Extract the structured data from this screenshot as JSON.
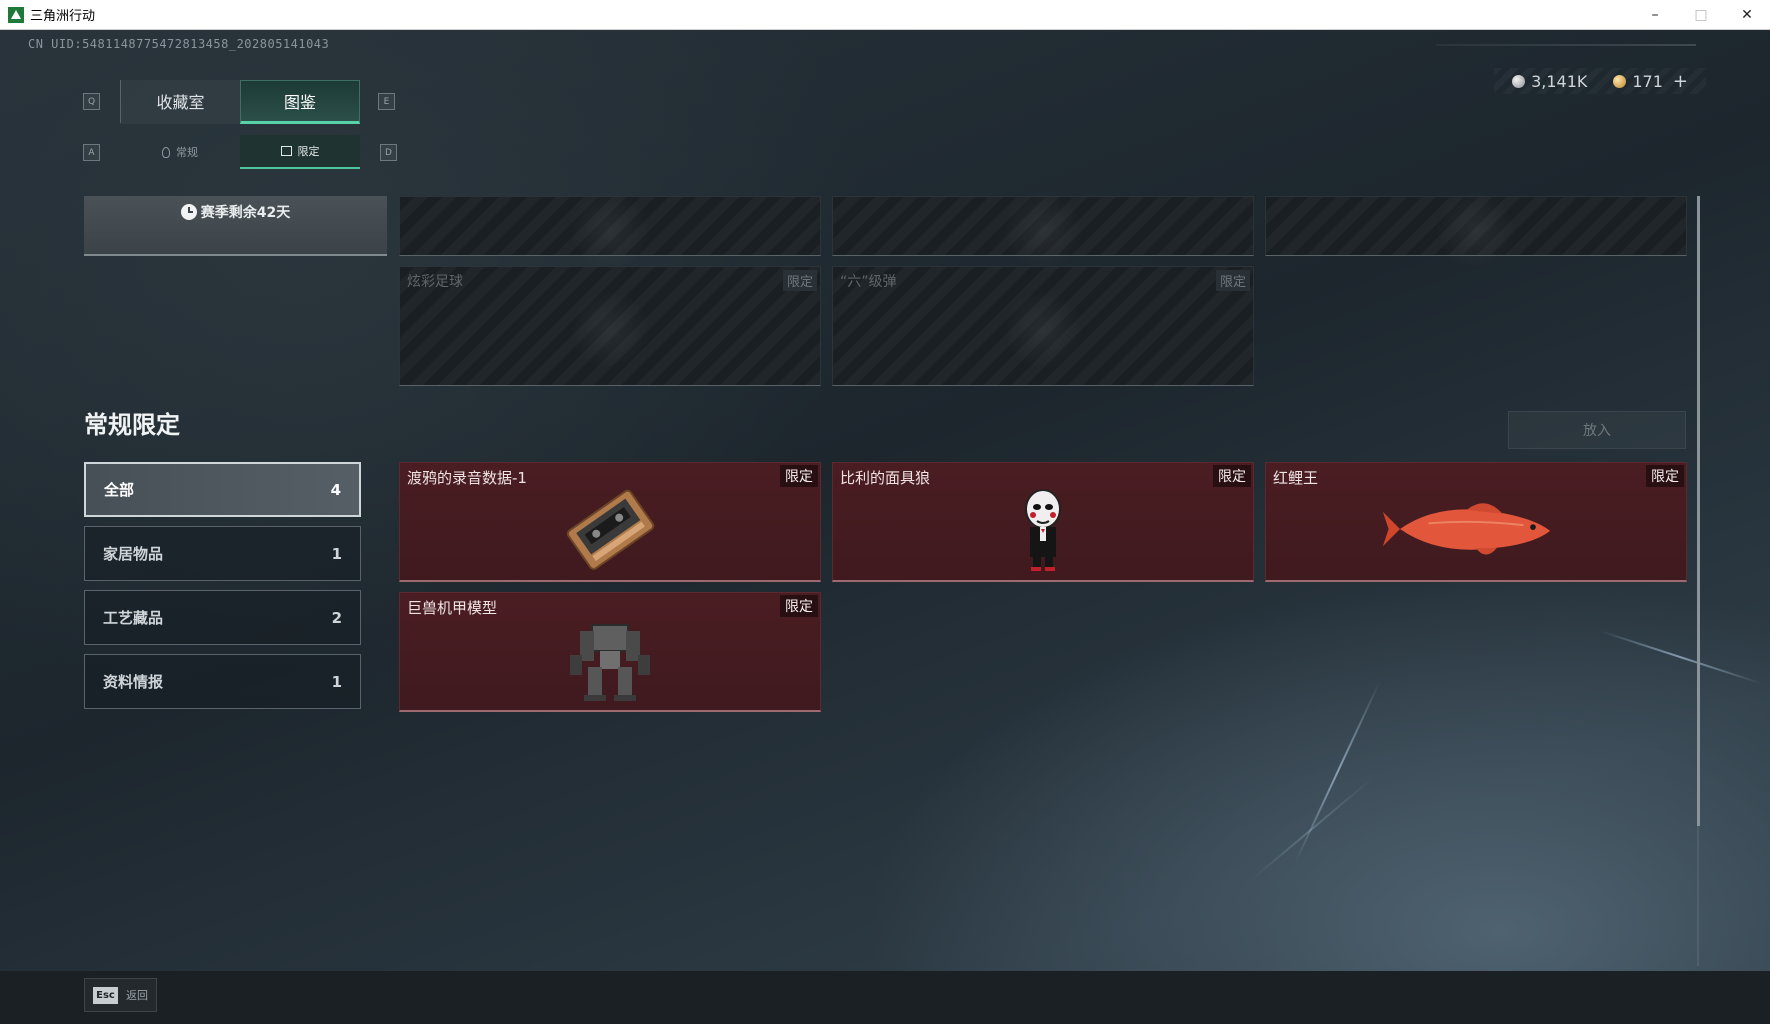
{
  "window": {
    "title": "三角洲行动",
    "minimize": "–",
    "maximize": "□",
    "close": "✕"
  },
  "uid": "CN UID:5481148775472813458_202805141043",
  "currency": {
    "silver": "3,141K",
    "gold": "171",
    "add": "+"
  },
  "keys": {
    "prev_tab": "Q",
    "next_tab": "E",
    "prev_sub": "A",
    "next_sub": "D"
  },
  "tabs": {
    "collection_room": "收藏室",
    "catalog": "图鉴"
  },
  "subtabs": {
    "regular": "常规",
    "limited": "限定"
  },
  "season": {
    "remaining": "赛季剩余42天"
  },
  "placeholder_cards": [
    {
      "title": "",
      "tag": ""
    },
    {
      "title": "",
      "tag": ""
    },
    {
      "title": "",
      "tag": ""
    },
    {
      "title": "炫彩足球",
      "tag": "限定"
    },
    {
      "title": "“六”级弹",
      "tag": "限定"
    }
  ],
  "section": {
    "title": "常规限定",
    "put_in": "放入"
  },
  "categories": [
    {
      "label": "全部",
      "count": "4"
    },
    {
      "label": "家居物品",
      "count": "1"
    },
    {
      "label": "工艺藏品",
      "count": "2"
    },
    {
      "label": "资料情报",
      "count": "1"
    }
  ],
  "items": [
    {
      "title": "渡鸦的录音数据-1",
      "tag": "限定",
      "icon": "cassette-tape-icon"
    },
    {
      "title": "比利的面具狼",
      "tag": "限定",
      "icon": "puppet-figure-icon"
    },
    {
      "title": "红鲤王",
      "tag": "限定",
      "icon": "red-carp-icon"
    },
    {
      "title": "巨兽机甲模型",
      "tag": "限定",
      "icon": "mech-model-icon"
    }
  ],
  "footer": {
    "esc_key": "Esc",
    "back_label": "返回"
  },
  "colors": {
    "accent": "#56d1a8",
    "item_bg": "#4a1d22",
    "bg": "#1d262d"
  }
}
